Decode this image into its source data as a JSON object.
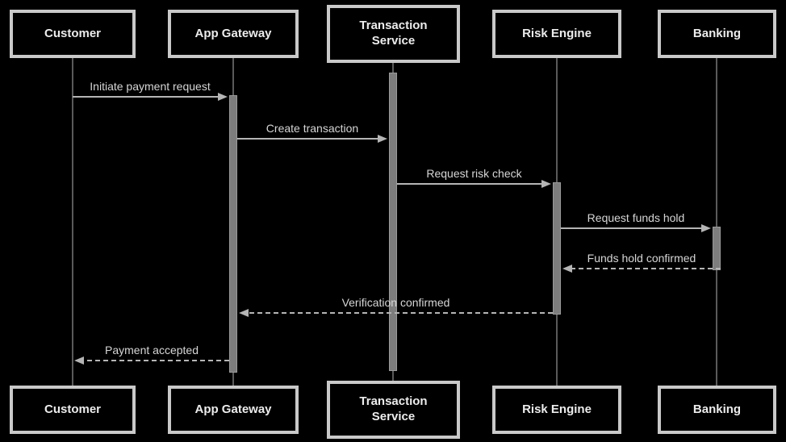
{
  "diagram": {
    "type": "sequence-diagram",
    "theme": {
      "background": "#000000",
      "box_border": "#c9c9c9",
      "box_fill": "#000000",
      "box_text": "#ececec",
      "lifeline_color": "#5a5a5a",
      "activation_fill": "#7d7d7d",
      "activation_border": "#9a9a9a",
      "arrow_color": "#b5b5b5",
      "label_color": "#d6d6d6"
    },
    "participants": [
      {
        "id": "customer",
        "label": "Customer"
      },
      {
        "id": "app-gateway",
        "label": "App Gateway"
      },
      {
        "id": "transaction-service",
        "label": "Transaction Service"
      },
      {
        "id": "risk-engine",
        "label": "Risk Engine"
      },
      {
        "id": "banking",
        "label": "Banking"
      }
    ],
    "messages": [
      {
        "from": "customer",
        "to": "app-gateway",
        "label": "Initiate payment request",
        "style": "solid"
      },
      {
        "from": "app-gateway",
        "to": "transaction-service",
        "label": "Create transaction",
        "style": "solid"
      },
      {
        "from": "transaction-service",
        "to": "risk-engine",
        "label": "Request risk check",
        "style": "solid"
      },
      {
        "from": "risk-engine",
        "to": "banking",
        "label": "Request funds hold",
        "style": "solid"
      },
      {
        "from": "banking",
        "to": "risk-engine",
        "label": "Funds hold confirmed",
        "style": "dashed"
      },
      {
        "from": "risk-engine",
        "to": "app-gateway",
        "label": "Verification confirmed",
        "style": "dashed"
      },
      {
        "from": "app-gateway",
        "to": "customer",
        "label": "Payment accepted",
        "style": "dashed"
      }
    ]
  }
}
